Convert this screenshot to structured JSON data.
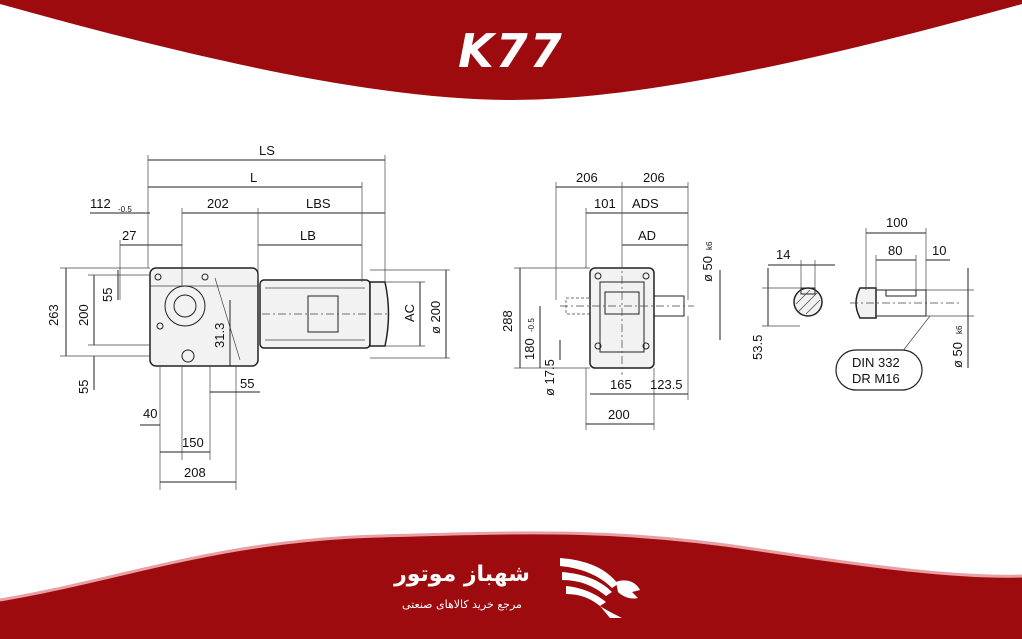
{
  "header": {
    "title": "K77"
  },
  "colors": {
    "brand_red": "#9e0b0f",
    "brand_red_light": "#c1121f",
    "line": "#222222"
  },
  "front_view": {
    "dims": [
      "LS",
      "L",
      "112",
      "-0.5",
      "202",
      "LBS",
      "27",
      "LB",
      "263",
      "200",
      "55",
      "55",
      "31.3",
      "AC",
      "ø 200",
      "55",
      "40",
      "150",
      "208"
    ]
  },
  "side_view": {
    "dims": [
      "206",
      "206",
      "101",
      "ADS",
      "AD",
      "ø 50",
      "k6",
      "288",
      "180",
      "-0.5",
      "ø 17.5",
      "165",
      "123.5",
      "200"
    ]
  },
  "shaft_view": {
    "dims": [
      "100",
      "80",
      "10",
      "14",
      "53.5",
      "ø 50",
      "k6"
    ],
    "note_line1": "DIN 332",
    "note_line2": "DR M16"
  },
  "logo": {
    "name": "شهباز موتور",
    "tagline": "مرجع خرید کالاهای صنعتی"
  }
}
